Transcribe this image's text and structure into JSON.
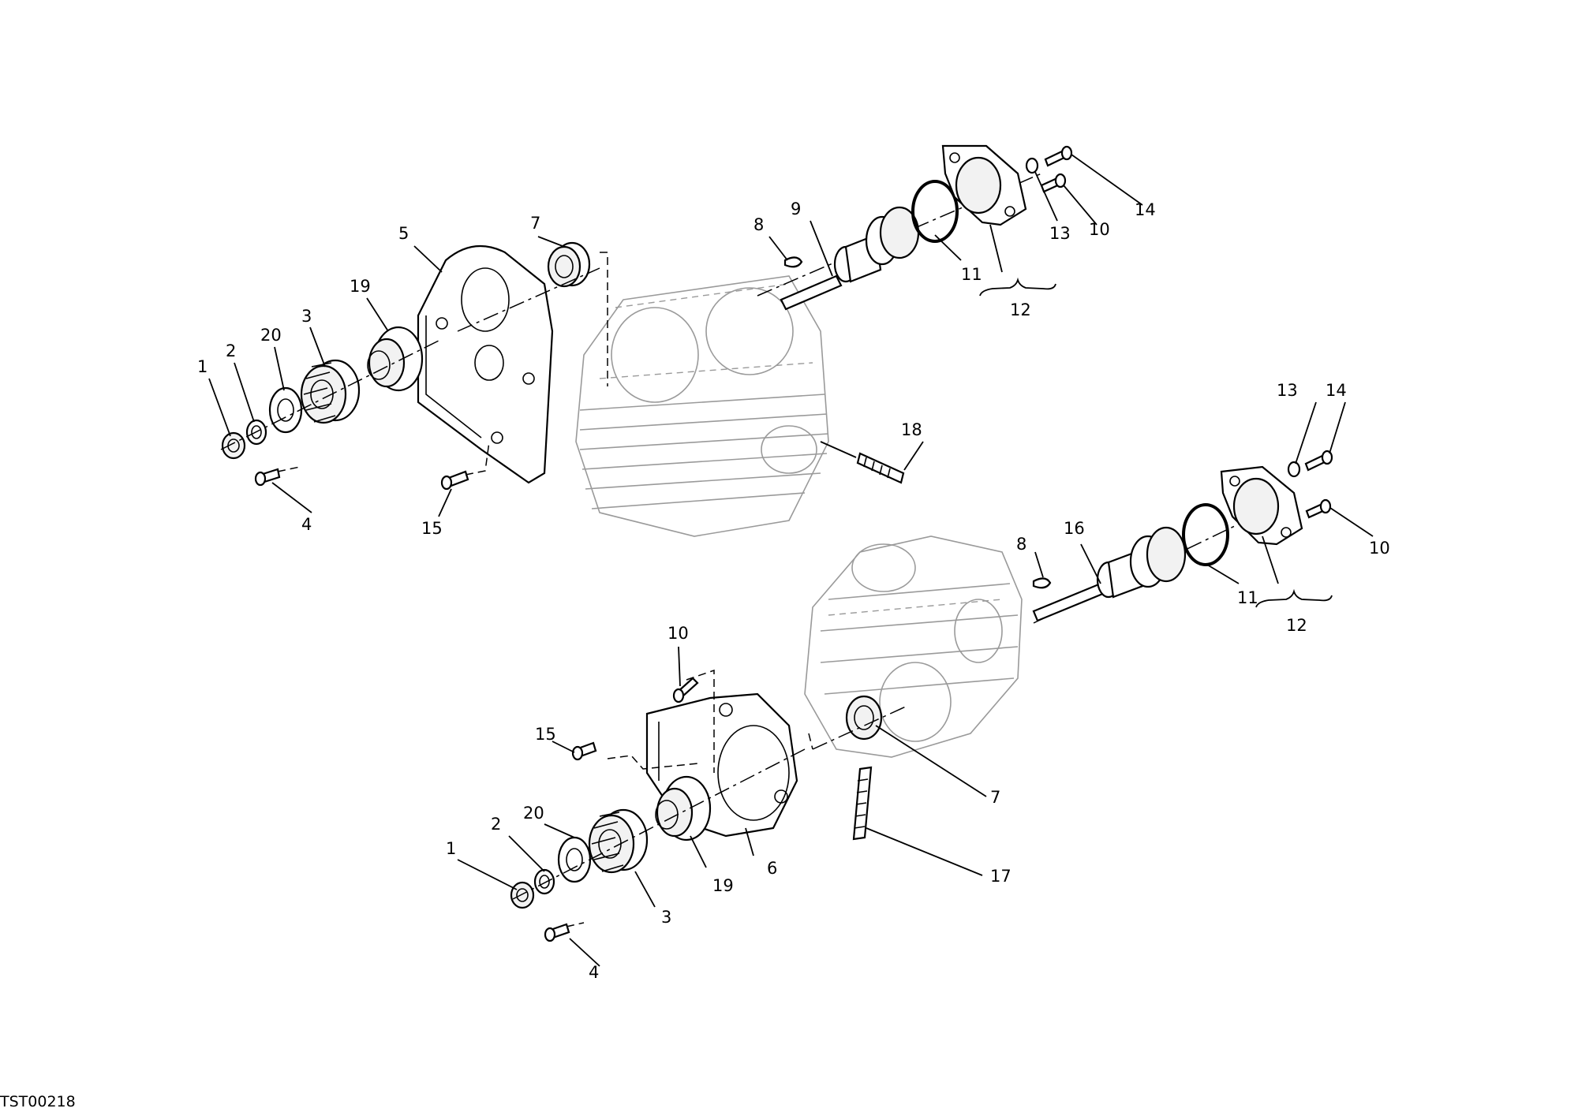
{
  "reference_code": "TST00218",
  "upper_assembly": {
    "callouts": [
      "1",
      "2",
      "20",
      "3",
      "19",
      "5",
      "7",
      "8",
      "9",
      "11",
      "12",
      "13",
      "10",
      "14",
      "18",
      "15",
      "4"
    ]
  },
  "lower_assembly": {
    "callouts": [
      "13",
      "14",
      "10",
      "8",
      "16",
      "11",
      "12",
      "10",
      "15",
      "20",
      "2",
      "1",
      "19",
      "6",
      "7",
      "17",
      "3",
      "4"
    ]
  }
}
